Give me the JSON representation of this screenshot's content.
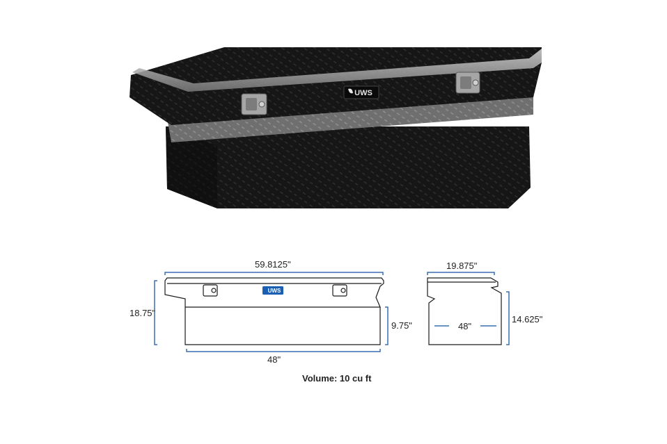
{
  "product": {
    "brand_logo_text": "UWS",
    "image_name": "black diamond plate crossover truck tool box"
  },
  "front_view": {
    "top_width": "59.8125\"",
    "height": "18.75\"",
    "bottom_width": "48\"",
    "well_depth": "9.75\""
  },
  "side_view": {
    "depth": "19.875\"",
    "height": "14.625\"",
    "inner_length": "48\""
  },
  "volume": "Volume: 10 cu ft",
  "colors": {
    "dimension_line": "#3a6fb0",
    "box_body": "#141414",
    "trim": "#8c8c8c",
    "logo_badge": "#1a5fb4"
  }
}
